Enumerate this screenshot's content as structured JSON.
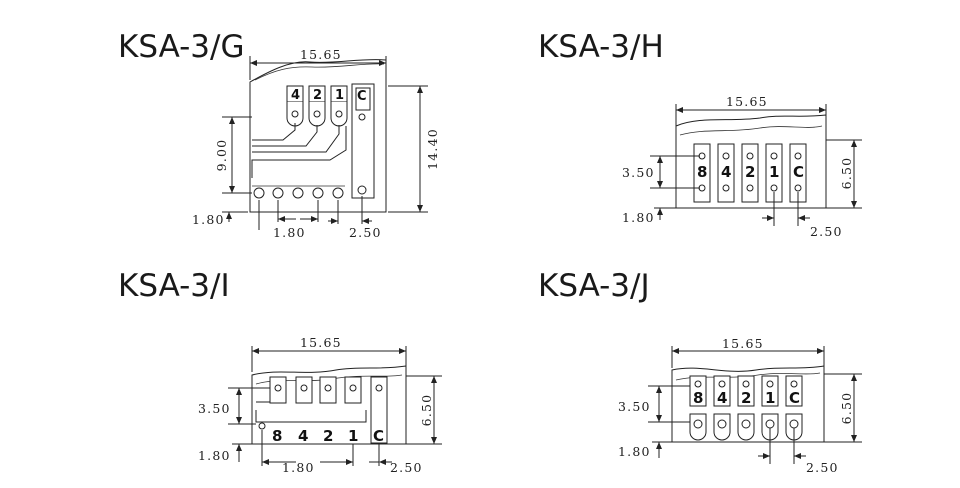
{
  "diagrams": {
    "g": {
      "title": "KSA-3/G",
      "width_dim": "15.65",
      "height_dim": "14.40",
      "pin_span_dim": "9.00",
      "bottom_offset_dim": "1.80",
      "pitch_dim": "1.80",
      "c_pitch_dim": "2.50",
      "pins": [
        "4",
        "2",
        "1",
        "C"
      ]
    },
    "h": {
      "title": "KSA-3/H",
      "width_dim": "15.65",
      "height_dim": "6.50",
      "row_dim": "3.50",
      "bottom_offset_dim": "1.80",
      "c_pitch_dim": "2.50",
      "pins": [
        "8",
        "4",
        "2",
        "1",
        "C"
      ]
    },
    "i": {
      "title": "KSA-3/I",
      "width_dim": "15.65",
      "height_dim": "6.50",
      "row_dim": "3.50",
      "bottom_offset_dim": "1.80",
      "pitch_dim": "1.80",
      "c_pitch_dim": "2.50",
      "pins": [
        "8",
        "4",
        "2",
        "1",
        "C"
      ]
    },
    "j": {
      "title": "KSA-3/J",
      "width_dim": "15.65",
      "height_dim": "6.50",
      "row_dim": "3.50",
      "bottom_offset_dim": "1.80",
      "c_pitch_dim": "2.50",
      "pins": [
        "8",
        "4",
        "2",
        "1",
        "C"
      ]
    }
  }
}
